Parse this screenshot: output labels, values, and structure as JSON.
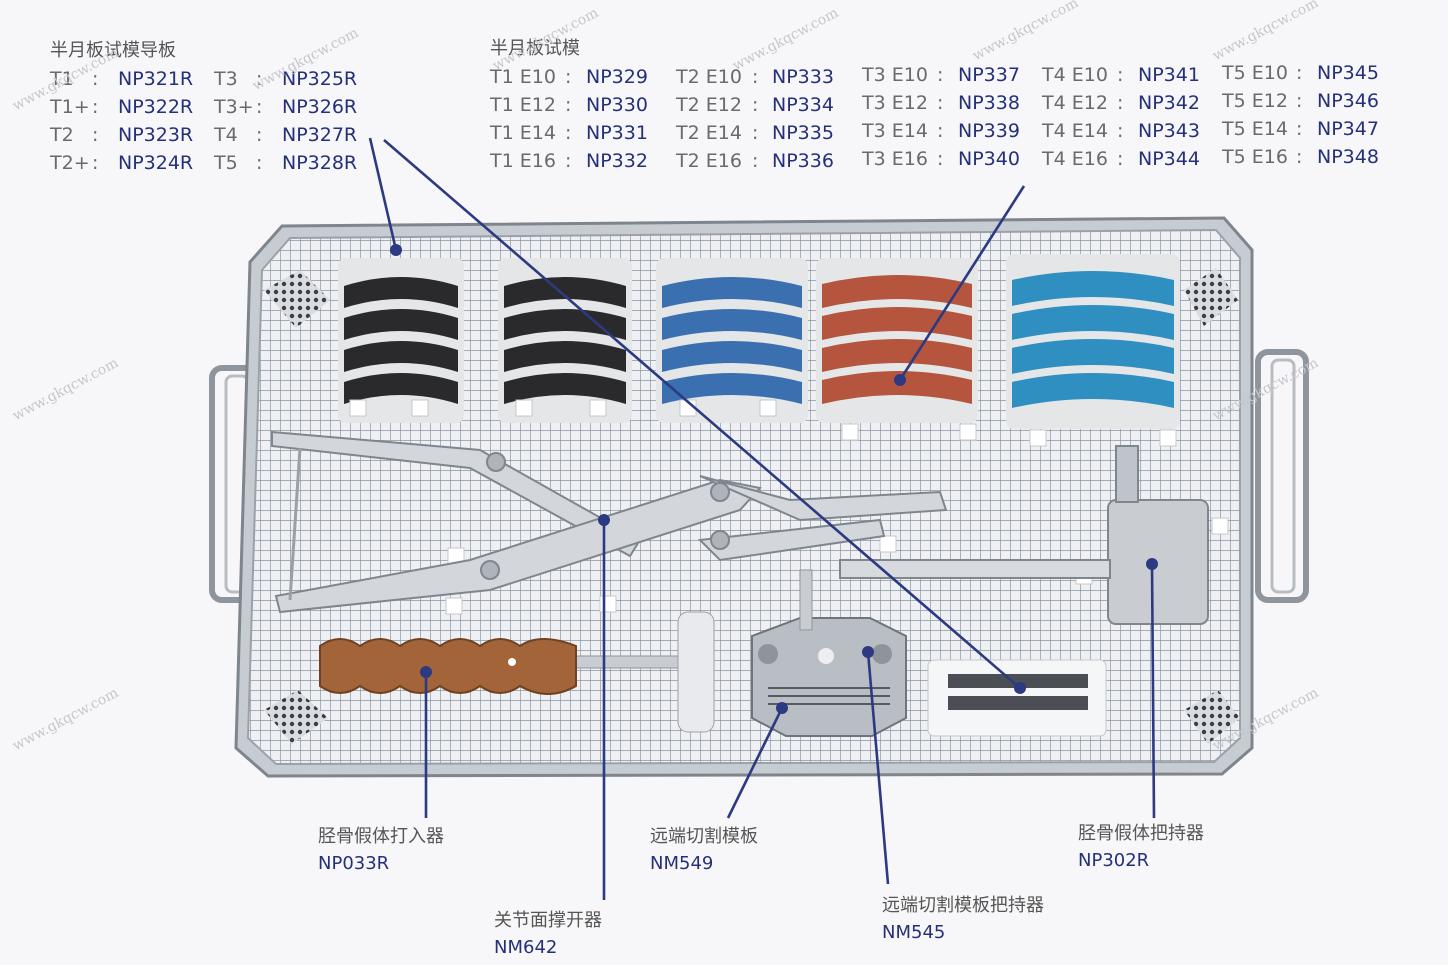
{
  "guide_plates": {
    "title": "半月板试模导板",
    "items": [
      {
        "size": "T1",
        "code": "NP321R"
      },
      {
        "size": "T1+",
        "code": "NP322R"
      },
      {
        "size": "T2",
        "code": "NP323R"
      },
      {
        "size": "T2+",
        "code": "NP324R"
      },
      {
        "size": "T3",
        "code": "NP325R"
      },
      {
        "size": "T3+",
        "code": "NP326R"
      },
      {
        "size": "T4",
        "code": "NP327R"
      },
      {
        "size": "T5",
        "code": "NP328R"
      }
    ]
  },
  "trials": {
    "title": "半月板试模",
    "items": [
      {
        "size": "T1 E10",
        "code": "NP329"
      },
      {
        "size": "T1 E12",
        "code": "NP330"
      },
      {
        "size": "T1 E14",
        "code": "NP331"
      },
      {
        "size": "T1 E16",
        "code": "NP332"
      },
      {
        "size": "T2 E10",
        "code": "NP333"
      },
      {
        "size": "T2 E12",
        "code": "NP334"
      },
      {
        "size": "T2 E14",
        "code": "NP335"
      },
      {
        "size": "T2 E16",
        "code": "NP336"
      },
      {
        "size": "T3 E10",
        "code": "NP337"
      },
      {
        "size": "T3 E12",
        "code": "NP338"
      },
      {
        "size": "T3 E14",
        "code": "NP339"
      },
      {
        "size": "T3 E16",
        "code": "NP340"
      },
      {
        "size": "T4 E10",
        "code": "NP341"
      },
      {
        "size": "T4 E12",
        "code": "NP342"
      },
      {
        "size": "T4 E14",
        "code": "NP343"
      },
      {
        "size": "T4 E16",
        "code": "NP344"
      },
      {
        "size": "T5 E10",
        "code": "NP345"
      },
      {
        "size": "T5 E12",
        "code": "NP346"
      },
      {
        "size": "T5 E14",
        "code": "NP347"
      },
      {
        "size": "T5 E16",
        "code": "NP348"
      }
    ]
  },
  "separator": ":",
  "callouts": {
    "tibial_impactor": {
      "name": "胫骨假体打入器",
      "code": "NP033R"
    },
    "spreader": {
      "name": "关节面撑开器",
      "code": "NM642"
    },
    "distal_template": {
      "name": "远端切割模板",
      "code": "NM549"
    },
    "template_holder": {
      "name": "远端切割模板把持器",
      "code": "NM545"
    },
    "tibial_holder": {
      "name": "胫骨假体把持器",
      "code": "NP302R"
    }
  },
  "watermark": "www.gkqcw.com",
  "colors": {
    "code_blue": "#24307a",
    "tray_blue": "#3a6fb0",
    "tray_teal": "#2f8fc0",
    "tray_red": "#b5553e",
    "tray_black": "#2a2a2c"
  }
}
